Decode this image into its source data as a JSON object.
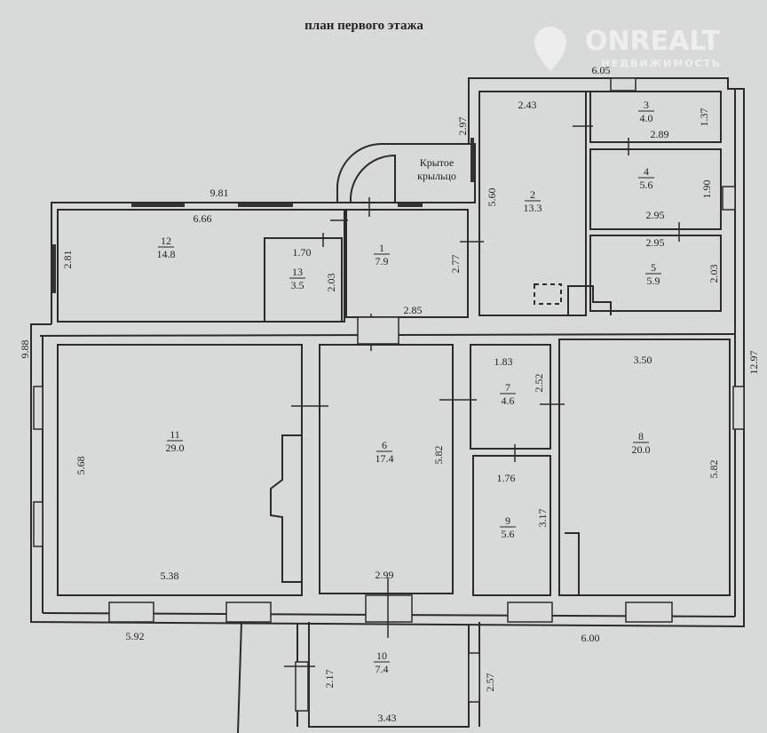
{
  "title": "план первого этажа",
  "watermark": {
    "brand": "ONREALT",
    "subtitle": "НЕДВИЖИМОСТЬ"
  },
  "porch_label": [
    "Крытое",
    "крыльцо"
  ],
  "rooms": [
    {
      "number": "1",
      "area": "7.9"
    },
    {
      "number": "2",
      "area": "13.3"
    },
    {
      "number": "3",
      "area": "4.0"
    },
    {
      "number": "4",
      "area": "5.6"
    },
    {
      "number": "5",
      "area": "5.9"
    },
    {
      "number": "6",
      "area": "17.4"
    },
    {
      "number": "7",
      "area": "4.6"
    },
    {
      "number": "8",
      "area": "20.0"
    },
    {
      "number": "9",
      "area": "5.6"
    },
    {
      "number": "10",
      "area": "7.4"
    },
    {
      "number": "11",
      "area": "29.0"
    },
    {
      "number": "12",
      "area": "14.8"
    },
    {
      "number": "13",
      "area": "3.5"
    }
  ],
  "dimensions": {
    "top_right_width": "6.05",
    "porch_height": "2.97",
    "left_wing_width": "9.81",
    "room12_width": "6.66",
    "room12_height": "2.81",
    "room13_width": "1.70",
    "room13_height": "2.03",
    "room1_height": "2.77",
    "room1_width": "2.85",
    "room2_width": "2.43",
    "room2_height": "5.60",
    "room3_height": "1.37",
    "room3_width": "2.89",
    "room4_height": "1.90",
    "room4_width": "2.95",
    "room5_width": "2.95",
    "room5_height": "2.03",
    "right_total_height": "12.97",
    "left_total_height": "9.88",
    "room11_height": "5.68",
    "room11_width": "5.38",
    "room6_height": "5.82",
    "room6_width": "2.99",
    "room7_width": "1.83",
    "room7_height": "2.52",
    "room9_width": "1.76",
    "room9_height": "3.17",
    "room8_width": "3.50",
    "room8_height": "5.82",
    "bottom_left_width": "5.92",
    "bottom_right_width": "6.00",
    "room10_left_height": "2.17",
    "room10_right_height": "2.57",
    "room10_width": "3.43"
  }
}
